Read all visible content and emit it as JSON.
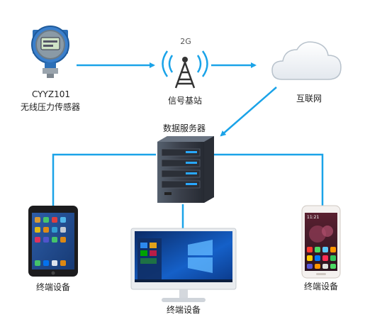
{
  "sensor": {
    "model": "CYYZ101",
    "name": "无线压力传感器"
  },
  "tower": {
    "badge": "2G",
    "label": "信号基站"
  },
  "cloud": {
    "label": "互联网"
  },
  "server": {
    "label": "数据服务器"
  },
  "terminals": {
    "tablet_label": "终端设备",
    "desktop_label": "终端设备",
    "phone_label": "终端设备",
    "phone_time": "11:21"
  },
  "colors": {
    "connector": "#1aa3e8",
    "server_body": "#3a3f4a",
    "server_led": "#29a8ff",
    "sensor_blue": "#2c6fb7"
  }
}
